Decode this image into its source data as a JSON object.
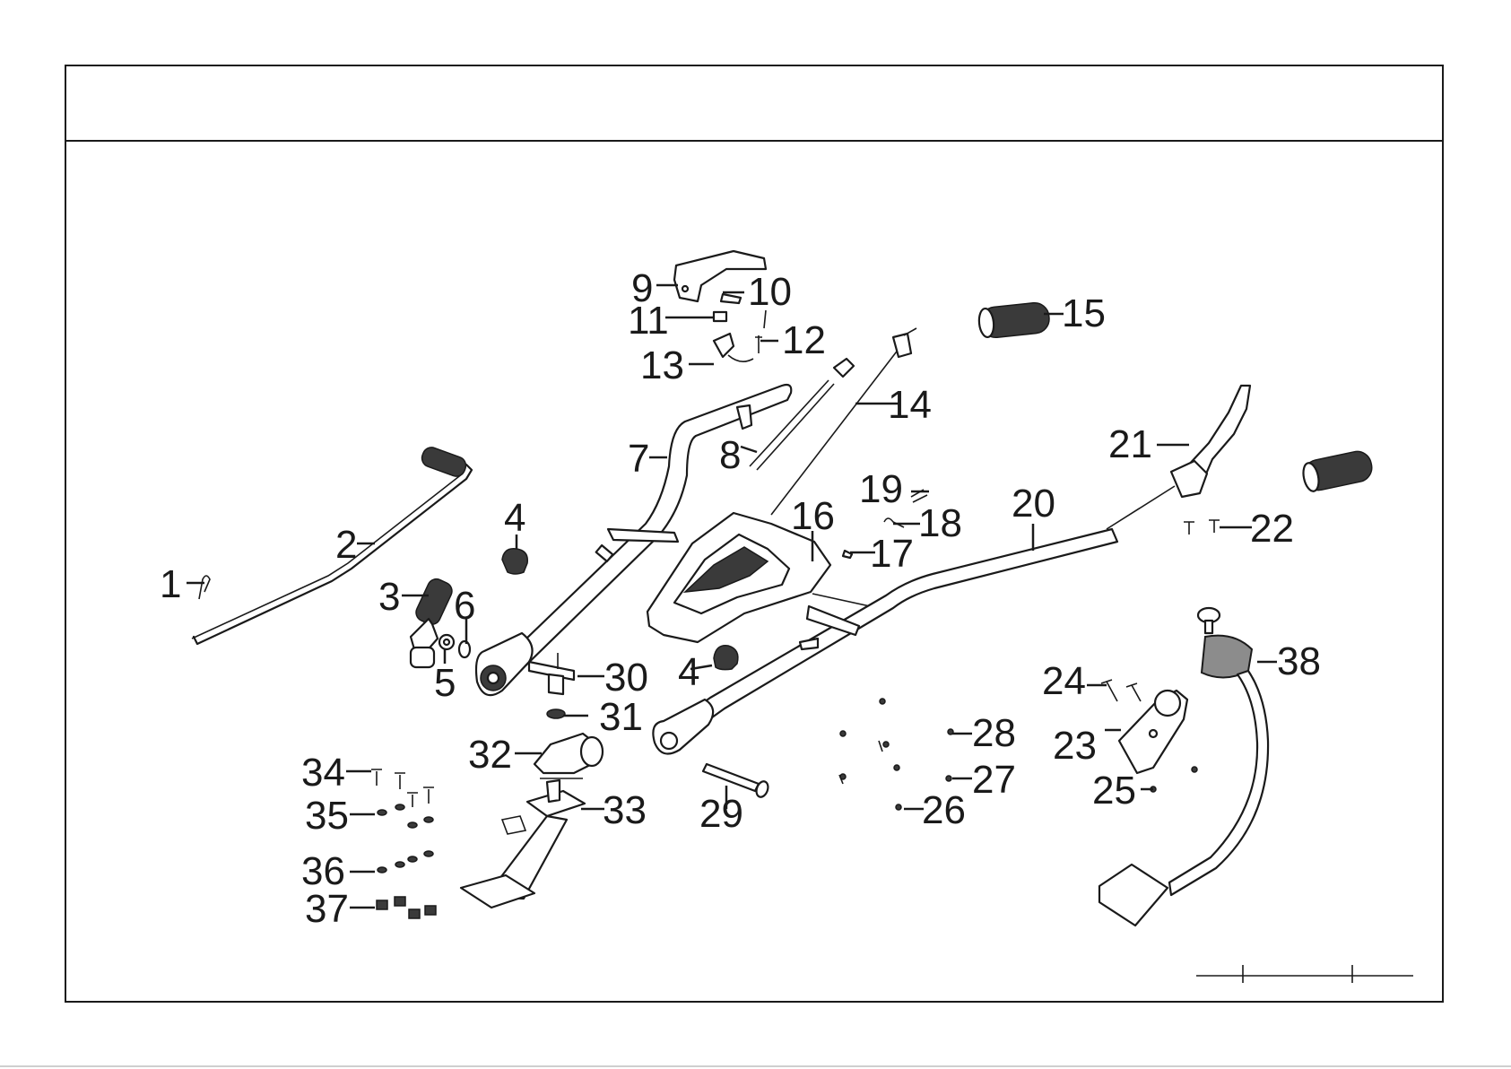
{
  "sheet": {
    "header_text": ""
  },
  "labels": {
    "p1": "1",
    "p2": "2",
    "p3": "3",
    "p4a": "4",
    "p4b": "4",
    "p5": "5",
    "p6": "6",
    "p7": "7",
    "p8": "8",
    "p9": "9",
    "p10": "10",
    "p11": "11",
    "p12": "12",
    "p13": "13",
    "p14": "14",
    "p15": "15",
    "p16": "16",
    "p17": "17",
    "p18": "18",
    "p19": "19",
    "p20": "20",
    "p21": "21",
    "p22": "22",
    "p23": "23",
    "p24": "24",
    "p25": "25",
    "p26": "26",
    "p27": "27",
    "p28": "28",
    "p29": "29",
    "p30": "30",
    "p31": "31",
    "p32": "32",
    "p33": "33",
    "p34": "34",
    "p35": "35",
    "p36": "36",
    "p37": "37",
    "p38": "38"
  }
}
